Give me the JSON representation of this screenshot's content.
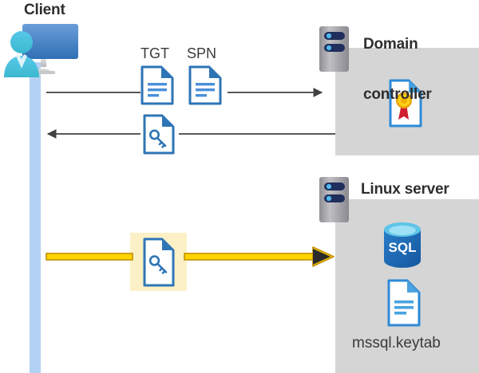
{
  "diagram": {
    "title": "Kerberos authentication flow between a client, a domain controller and a Linux server",
    "background_color": "#ffffff",
    "panel_color": "#d5d5d5",
    "lifeline_color": "#b3d1f2",
    "highlight_color": "#fcf0c6",
    "accent_blue": "#2e75b6",
    "accent_yellow": "#ffd400",
    "accent_gold": "#c49000",
    "text_color": "#2e2e2e"
  },
  "actors": [
    {
      "id": "client",
      "label": "Client",
      "icon": "user-monitor-icon"
    },
    {
      "id": "domain-controller",
      "label": "Domain\ncontroller",
      "label_line1": "Domain",
      "label_line2": "controller",
      "icon": "server-icon",
      "contents": [
        {
          "icon": "certificate-document-icon",
          "label": ""
        }
      ]
    },
    {
      "id": "linux-server",
      "label": "Linux server",
      "icon": "server-icon",
      "contents": [
        {
          "icon": "sql-database-icon",
          "label": "SQL"
        },
        {
          "icon": "document-icon",
          "label": "mssql.keytab"
        }
      ]
    }
  ],
  "messages": [
    {
      "id": "msg-request",
      "direction": "right",
      "from": "client",
      "to": "domain-controller",
      "color": "#404040",
      "artifacts": [
        {
          "label": "TGT",
          "icon": "text-document-icon"
        },
        {
          "label": "SPN",
          "icon": "text-document-icon"
        }
      ]
    },
    {
      "id": "msg-response",
      "direction": "left",
      "from": "domain-controller",
      "to": "client",
      "color": "#404040",
      "artifacts": [
        {
          "label": "",
          "icon": "key-document-icon"
        }
      ]
    },
    {
      "id": "msg-service-ticket",
      "direction": "right",
      "from": "client",
      "to": "linux-server",
      "color": "#ffd400",
      "highlighted": true,
      "artifacts": [
        {
          "label": "",
          "icon": "key-document-icon"
        }
      ]
    }
  ],
  "labels": {
    "client": "Client",
    "domain_controller_line1": "Domain",
    "domain_controller_line2": "controller",
    "linux_server": "Linux server",
    "keytab_file": "mssql.keytab",
    "tgt": "TGT",
    "spn": "SPN",
    "sql": "SQL"
  }
}
